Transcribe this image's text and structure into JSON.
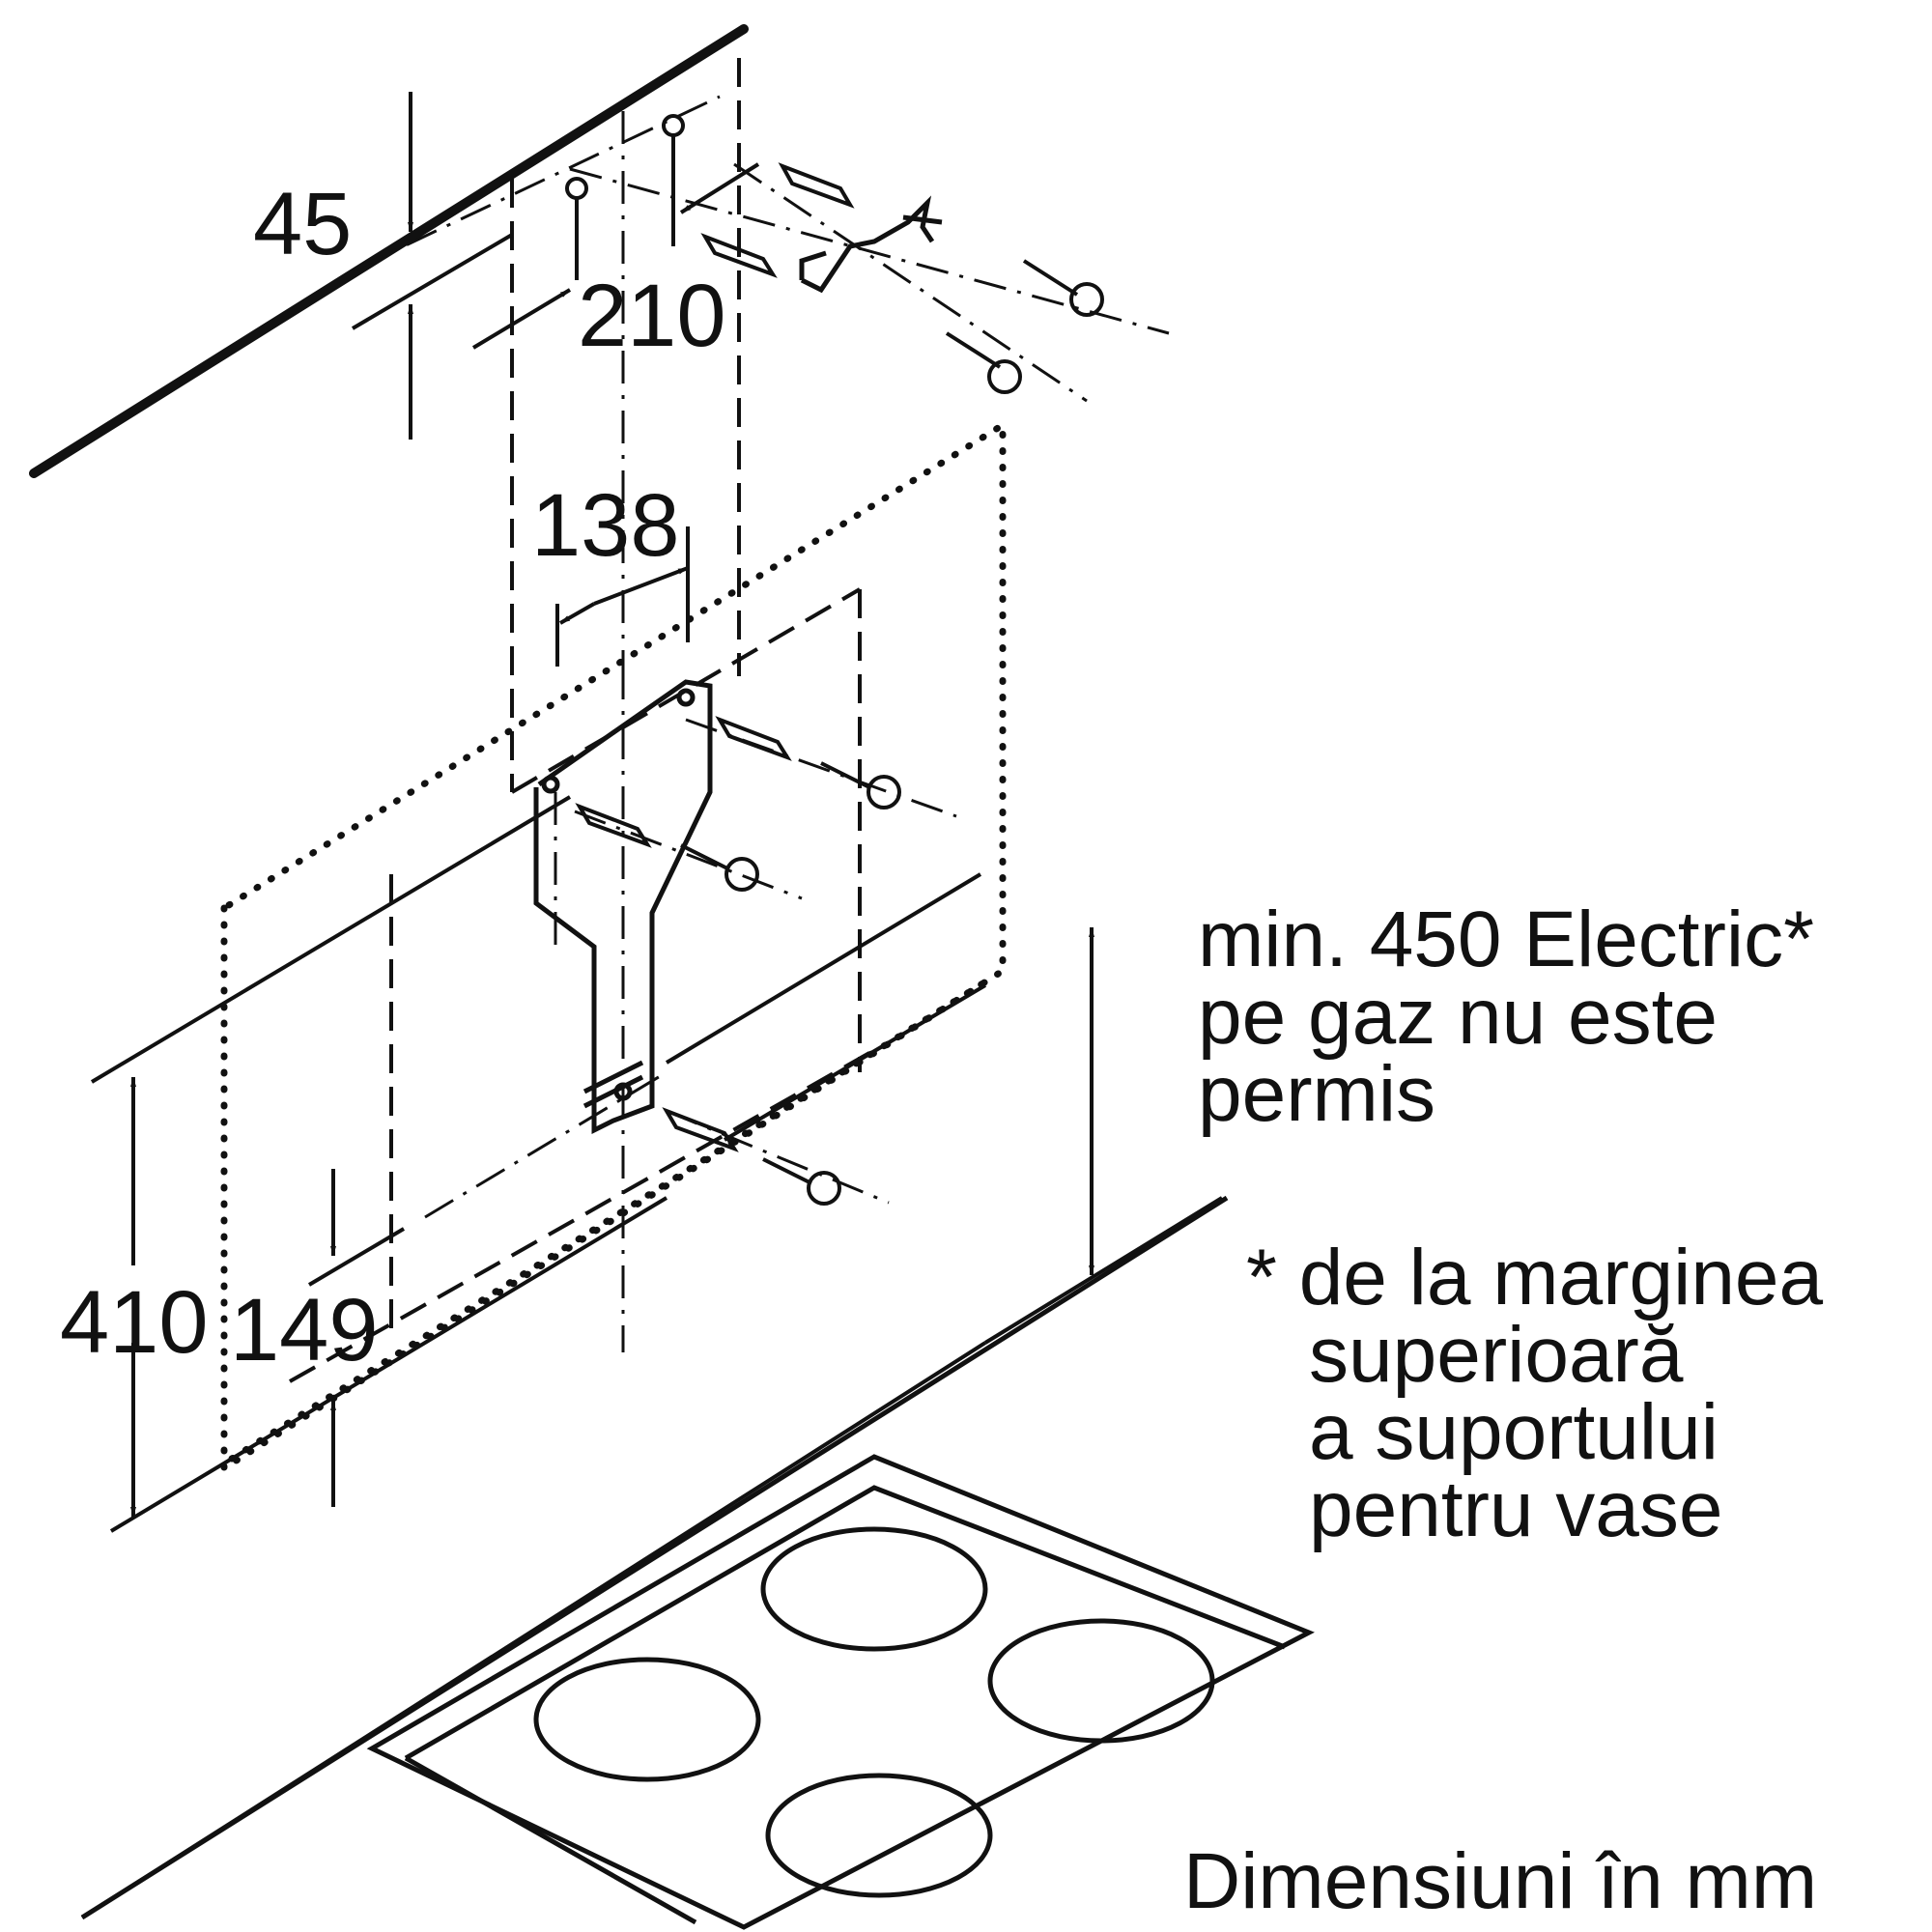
{
  "dimensions": {
    "d45": "45",
    "d210": "210",
    "d138": "138",
    "d410": "410",
    "d149": "149"
  },
  "note_min": [
    "min. 450 Electric*",
    "pe gaz nu este",
    "permis"
  ],
  "note_footnote": [
    "* de la marginea",
    "superioară",
    "a suportului",
    "pentru vase"
  ],
  "caption": "Dimensiuni în mm",
  "colors": {
    "ink": "#111111",
    "background": "#ffffff"
  }
}
